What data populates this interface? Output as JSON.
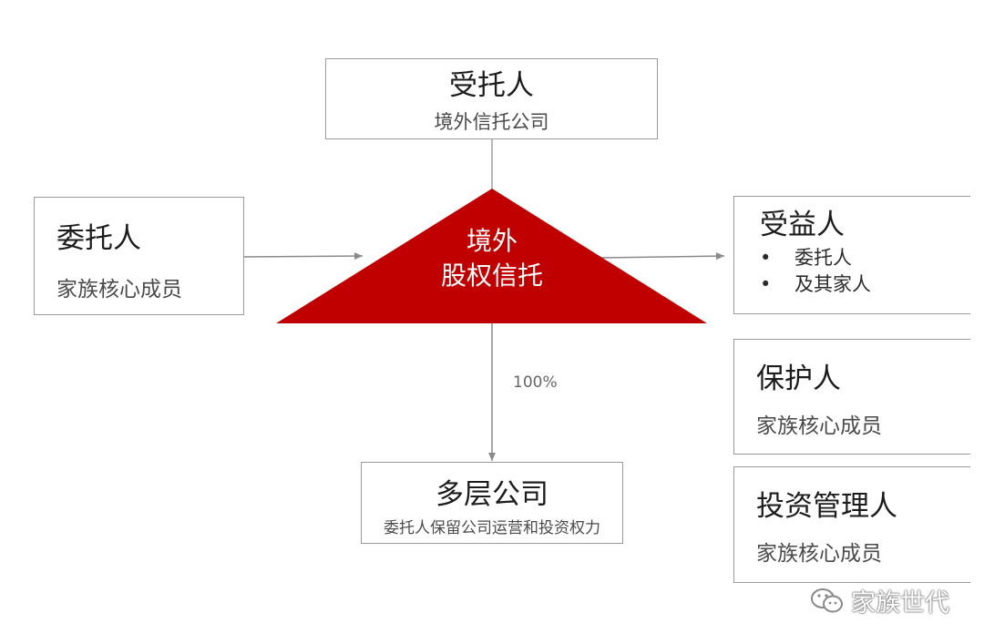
{
  "trustee": {
    "title": "受托人",
    "subtitle": "境外信托公司"
  },
  "settlor": {
    "title": "委托人",
    "subtitle": "家族核心成员"
  },
  "trust": {
    "line1": "境外",
    "line2": "股权信托",
    "color": "#c00000"
  },
  "ownership_label": "100%",
  "company": {
    "title": "多层公司",
    "subtitle": "委托人保留公司运营和投资权力"
  },
  "beneficiary": {
    "title": "受益人",
    "items": [
      "委托人",
      "及其家人"
    ],
    "bullet": "•"
  },
  "protector": {
    "title": "保护人",
    "subtitle": "家族核心成员"
  },
  "investment_manager": {
    "title": "投资管理人",
    "subtitle": "家族核心成员"
  },
  "watermark": {
    "text": "家族世代",
    "icon": "wechat-icon"
  }
}
